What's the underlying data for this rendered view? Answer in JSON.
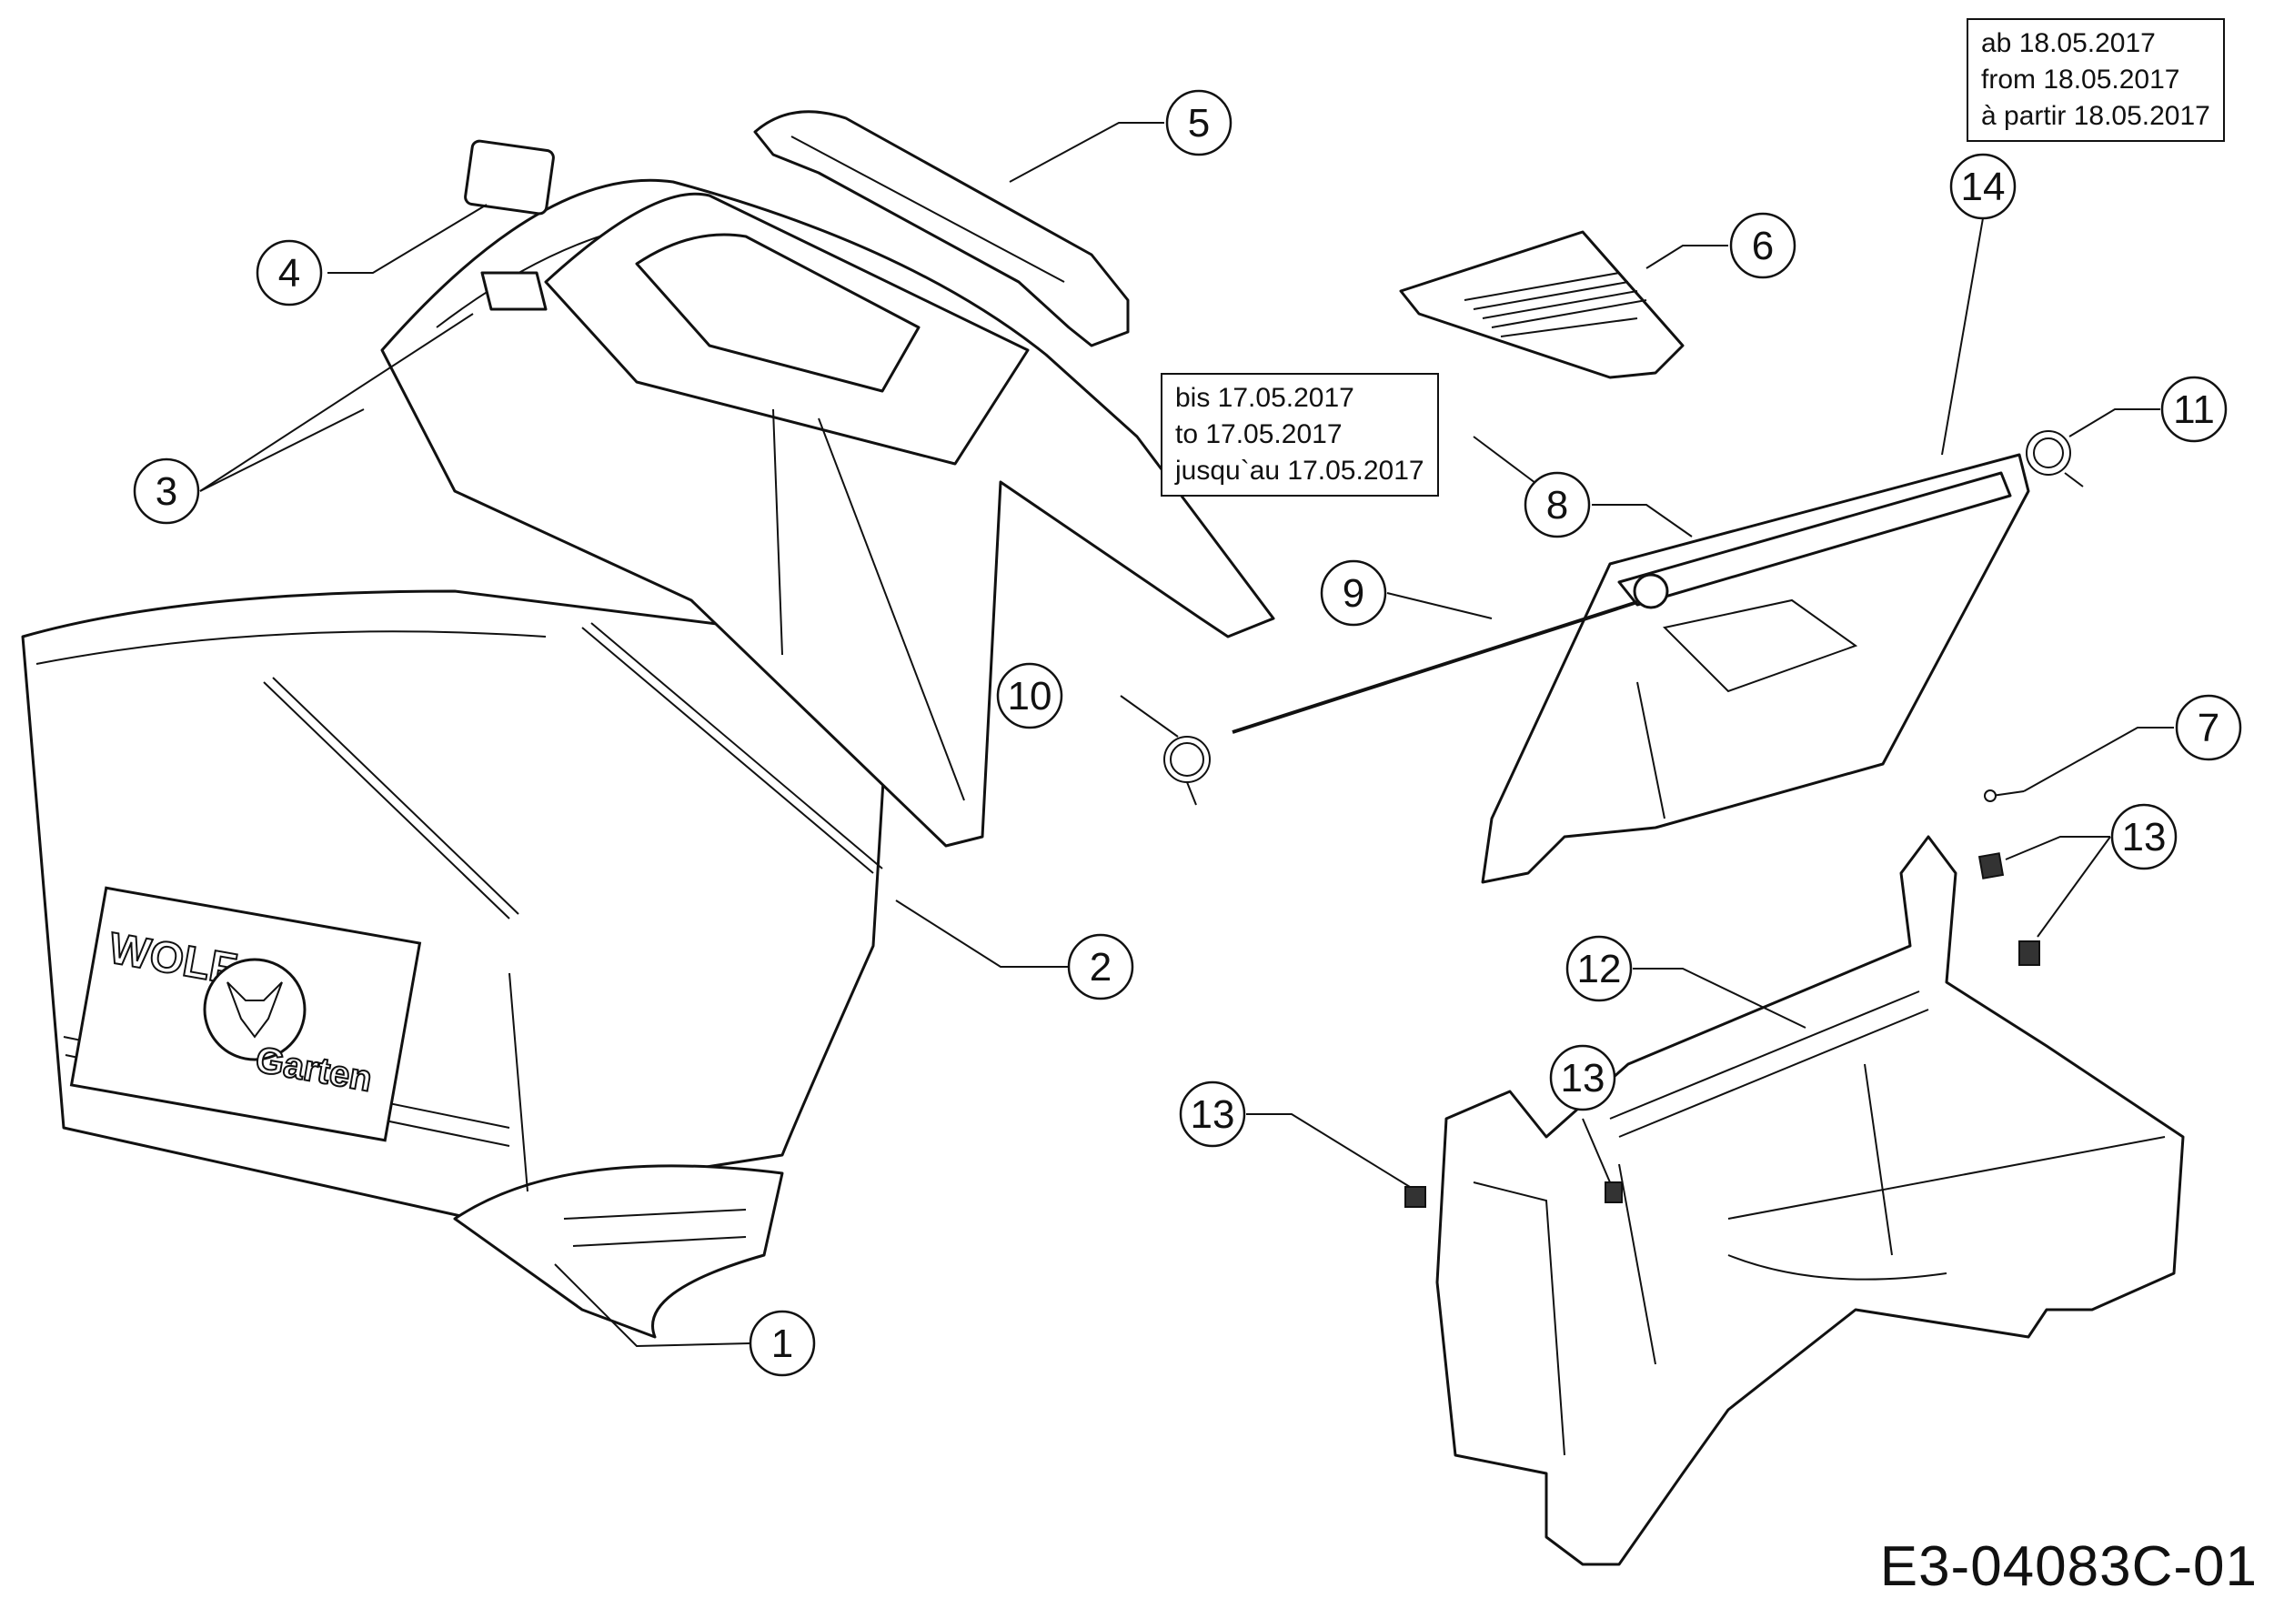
{
  "notes": {
    "from_lines": [
      "ab 18.05.2017",
      "from 18.05.2017",
      "à partir 18.05.2017"
    ],
    "until_lines": [
      "bis 17.05.2017",
      "to 17.05.2017",
      "jusqu`au 17.05.2017"
    ]
  },
  "drawing_code": "E3-04083C-01",
  "logo_text": "WOLF Garten",
  "callouts": [
    {
      "id": "1",
      "label": "1"
    },
    {
      "id": "2",
      "label": "2"
    },
    {
      "id": "3",
      "label": "3"
    },
    {
      "id": "4",
      "label": "4"
    },
    {
      "id": "5",
      "label": "5"
    },
    {
      "id": "6",
      "label": "6"
    },
    {
      "id": "7",
      "label": "7"
    },
    {
      "id": "8",
      "label": "8"
    },
    {
      "id": "9",
      "label": "9"
    },
    {
      "id": "10",
      "label": "10"
    },
    {
      "id": "11",
      "label": "11"
    },
    {
      "id": "12",
      "label": "12"
    },
    {
      "id": "13a",
      "label": "13"
    },
    {
      "id": "13b",
      "label": "13"
    },
    {
      "id": "13c",
      "label": "13"
    },
    {
      "id": "14",
      "label": "14"
    }
  ]
}
